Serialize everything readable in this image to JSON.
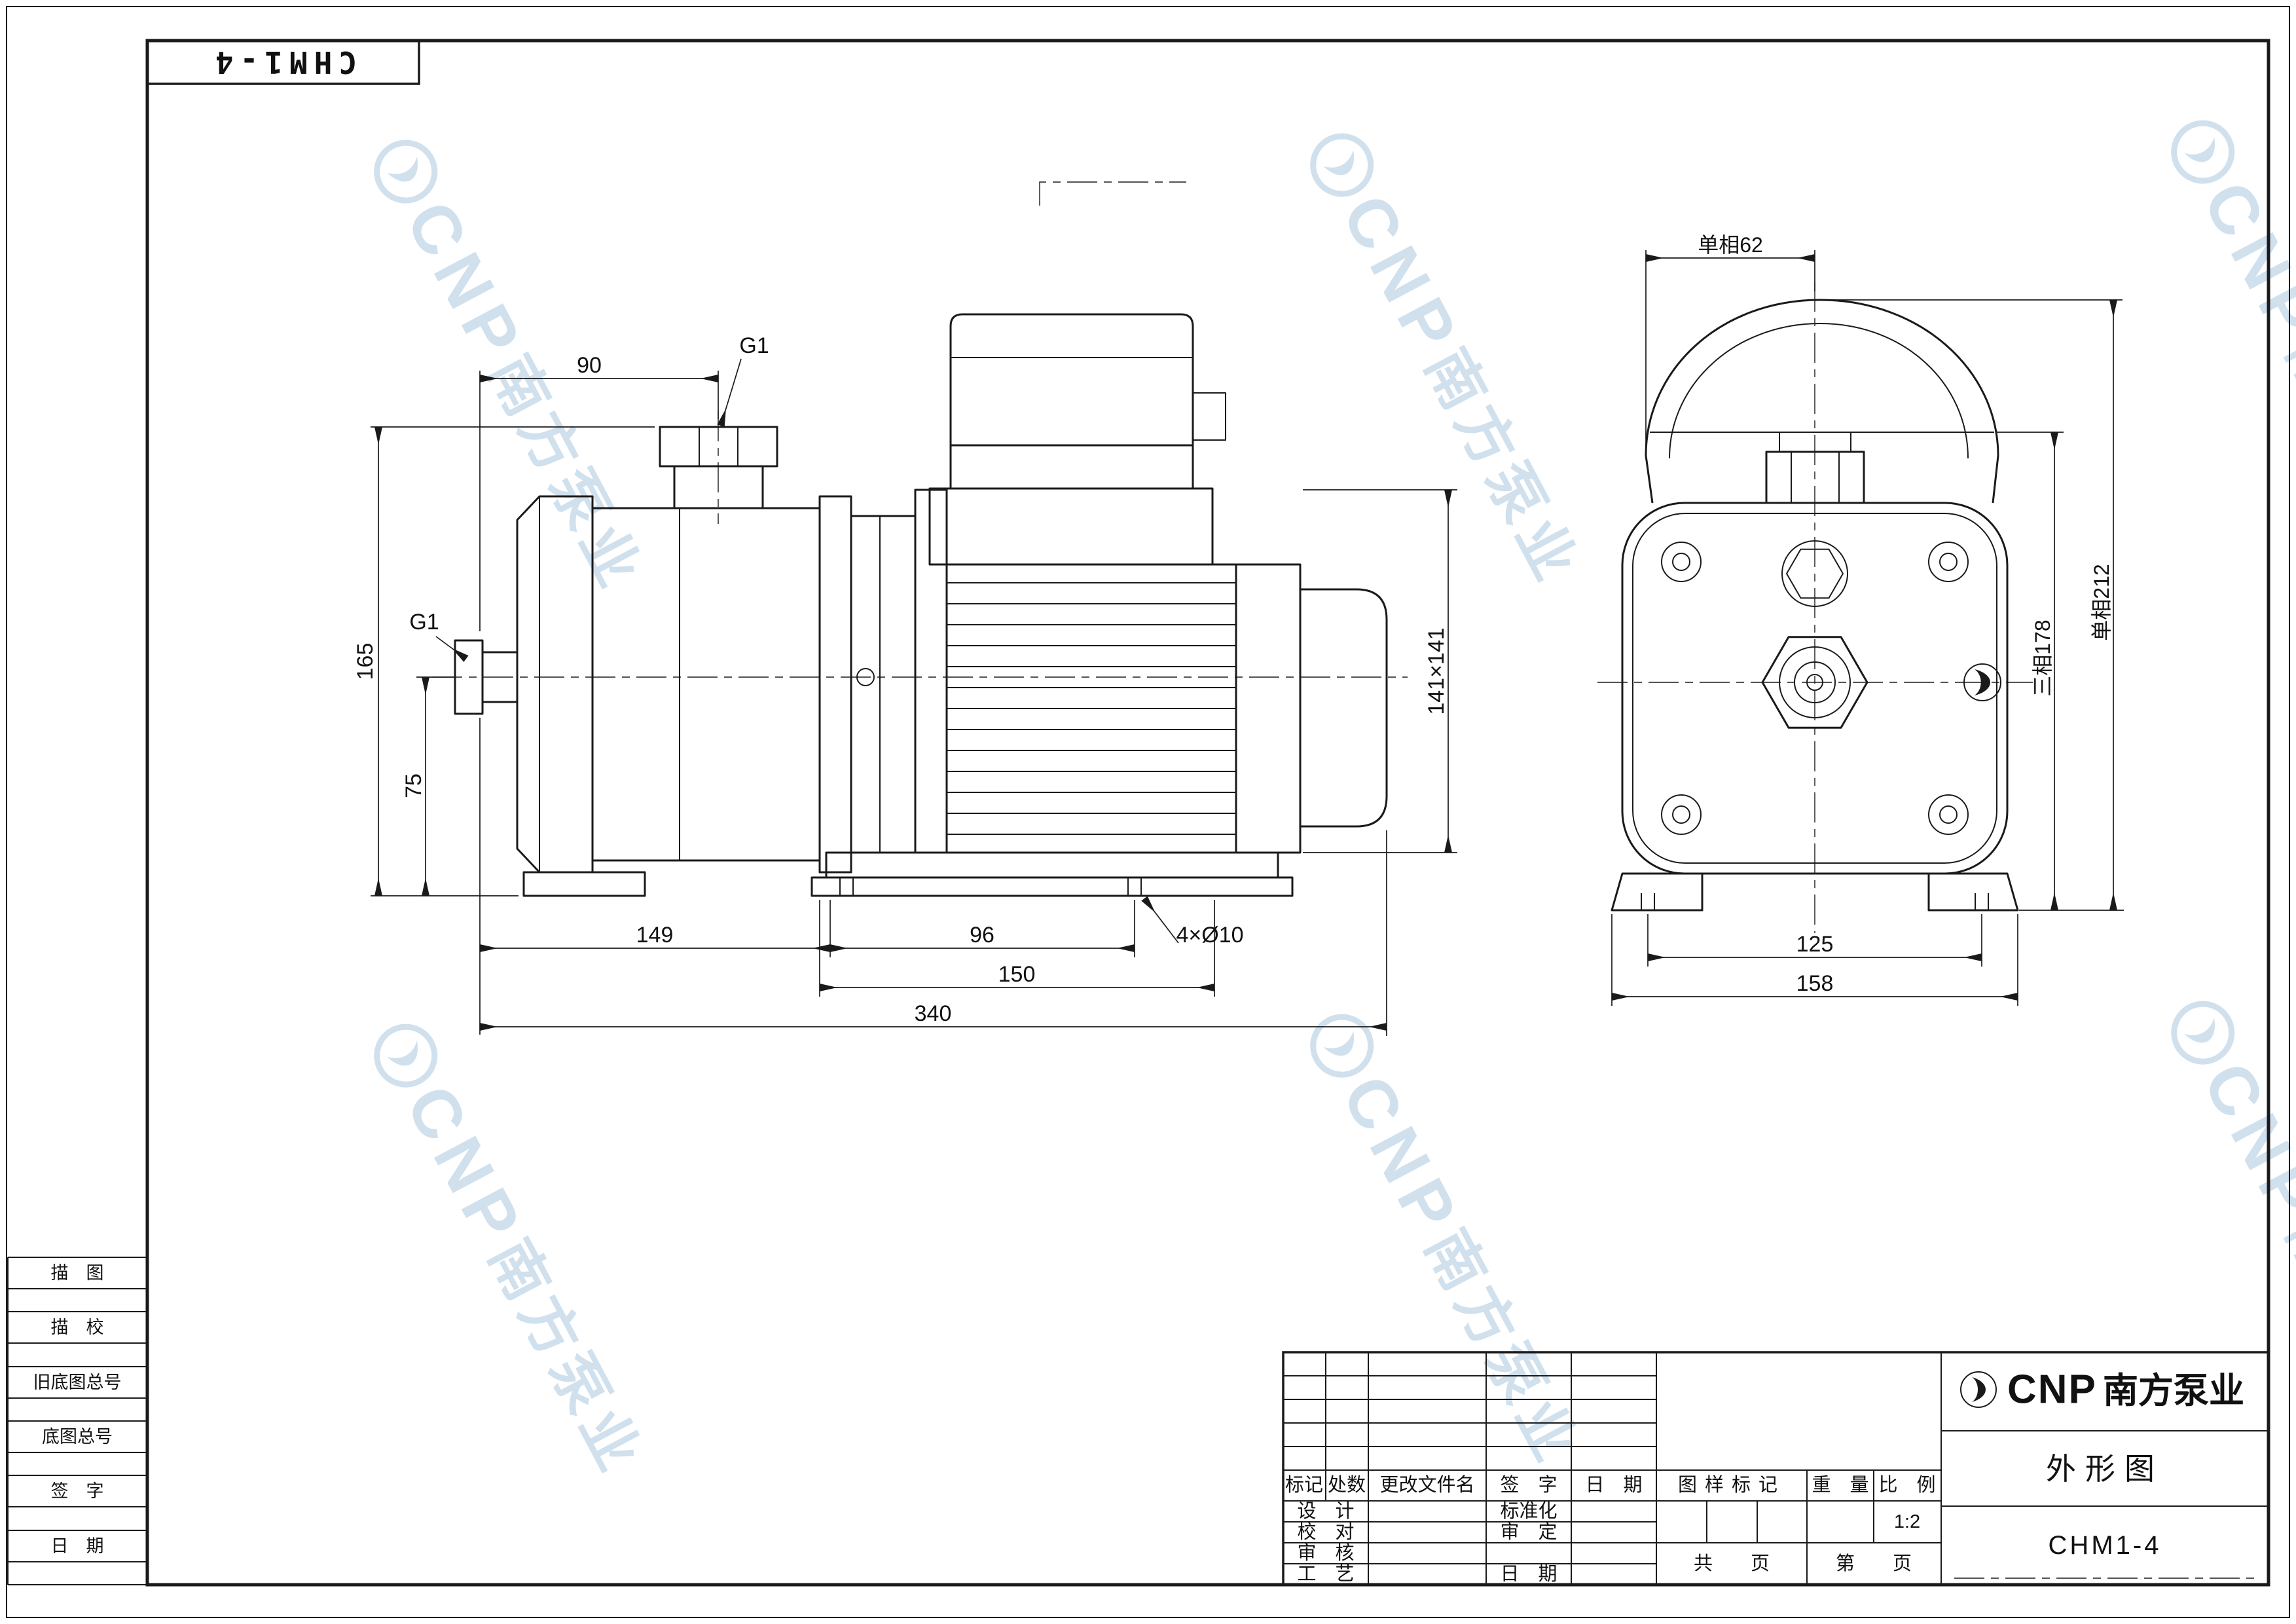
{
  "sheet": {
    "doc_code": "CHM1-4",
    "left_strip": [
      "描　图",
      "描　校",
      "旧底图总号",
      "底图总号",
      "签　字",
      "日　期"
    ]
  },
  "watermark": {
    "brand": "CNP",
    "brand_cn": "南方泵业",
    "color": "#aac7e0"
  },
  "side_view": {
    "dim_90": "90",
    "dim_g1_top": "G1",
    "dim_g1_left": "G1",
    "dim_165": "165",
    "dim_75": "75",
    "dim_141": "141×141",
    "dim_149": "149",
    "dim_96": "96",
    "dim_bolt_holes": "4×Ø10",
    "dim_150": "150",
    "dim_340": "340"
  },
  "front_view": {
    "dim_top": "单相62",
    "dim_right_inner": "三相178",
    "dim_right_outer": "单相212",
    "dim_125": "125",
    "dim_158": "158"
  },
  "title_block": {
    "logo_brand": "CNP",
    "logo_cn": "南方泵业",
    "drawing_title": "外形图",
    "model": "CHM1-4",
    "rev_mark": "标记",
    "rev_count": "处数",
    "rev_file": "更改文件名",
    "rev_sign": "签　字",
    "rev_date": "日　期",
    "role_design": "设　计",
    "role_check": "校　对",
    "role_audit": "审　核",
    "role_process": "工　艺",
    "role_standard": "标准化",
    "role_approve": "审　定",
    "role_date": "日　期",
    "mark_label": "图样标记",
    "weight_label": "重　量",
    "scale_label": "比　例",
    "scale_value": "1:2",
    "pages_total": "共　　页",
    "page_no": "第　　页"
  }
}
